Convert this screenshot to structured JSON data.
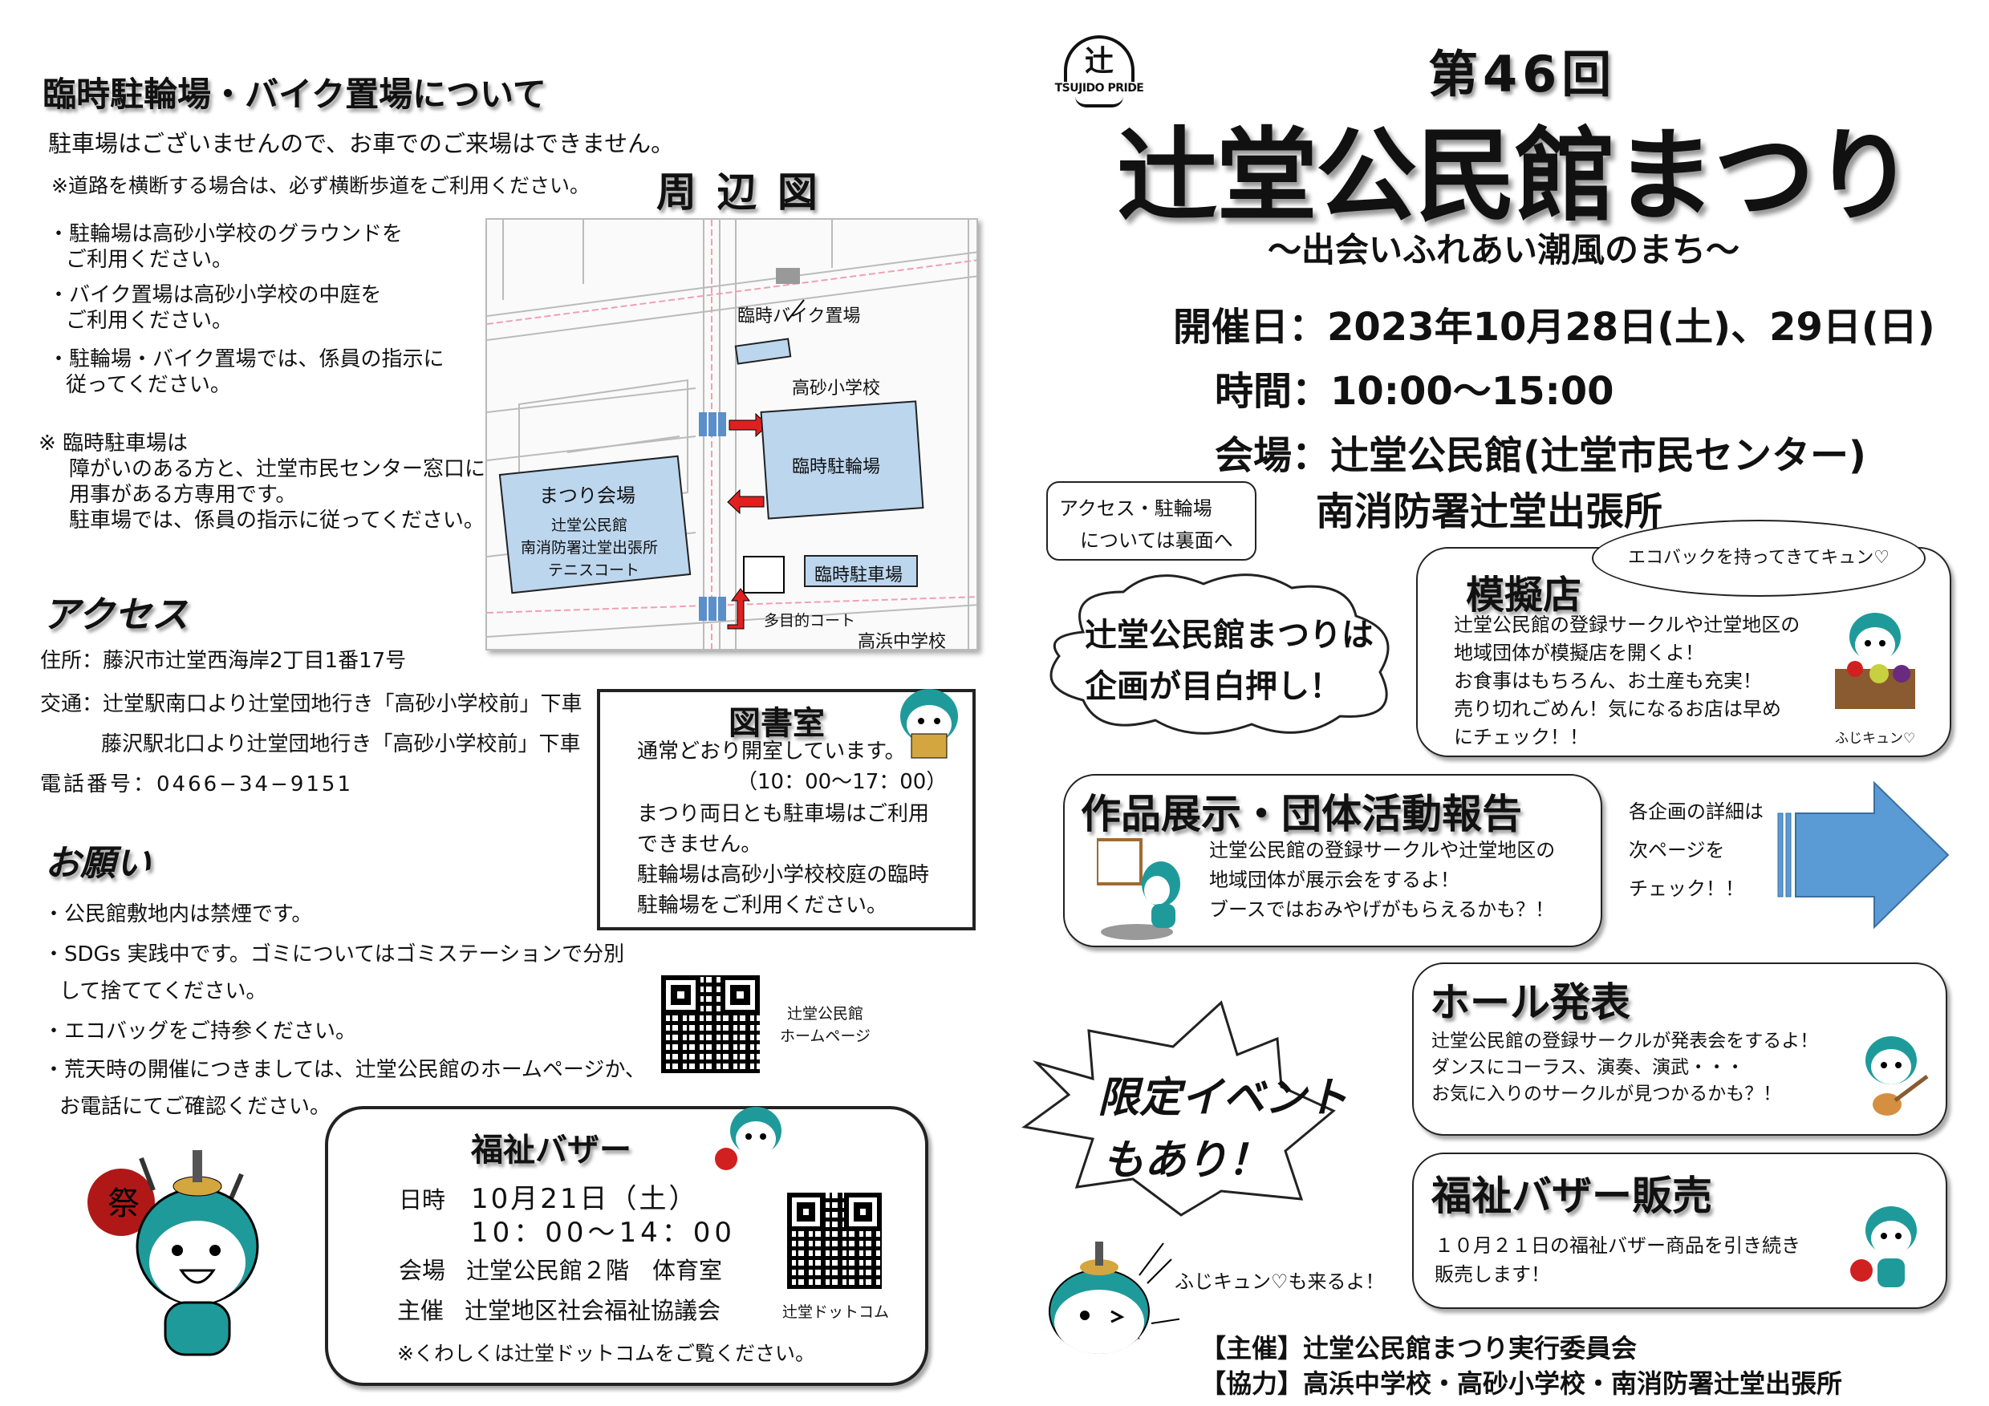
{
  "left": {
    "parking_heading": "臨時駐輪場・バイク置場について",
    "no_parking": "駐車場はございませんので、お車でのご来場はできません。",
    "crossing_note": "※道路を横断する場合は、必ず横断歩道をご利用ください。",
    "bullets": [
      [
        "・駐輪場は高砂小学校のグラウンドを",
        "ご利用ください。"
      ],
      [
        "・バイク置場は高砂小学校の中庭を",
        "ご利用ください。"
      ],
      [
        "・駐輪場・バイク置場では、係員の指示に",
        "従ってください。"
      ]
    ],
    "temp_parking": [
      "※ 臨時駐車場は",
      "障がいのある方と、辻堂市民センター窓口に",
      "用事がある方専用です。",
      "駐車場では、係員の指示に従ってください。"
    ],
    "map_title": "周 辺 図",
    "map_labels": {
      "bike": "臨時バイク置場",
      "school": "高砂小学校",
      "bicycle": "臨時駐輪場",
      "venue": "まつり会場",
      "venue1": "辻堂公民館",
      "venue2": "南消防署辻堂出張所",
      "venue3": "テニスコート",
      "car": "臨時駐車場",
      "court": "多目的コート",
      "jhs": "高浜中学校"
    },
    "access_heading": "アクセス",
    "address": "住所：藤沢市辻堂西海岸2丁目1番17号",
    "transport1": "交通：辻堂駅南口より辻堂団地行き「高砂小学校前」下車",
    "transport2": "藤沢駅北口より辻堂団地行き「高砂小学校前」下車",
    "phone": "電話番号：0466−34−9151",
    "request_heading": "お願い",
    "requests": [
      "・公民館敷地内は禁煙です。",
      "・SDGs 実践中です。ゴミについてはゴミステーションで分別",
      "して捨ててください。",
      "・エコバッグをご持参ください。",
      "・荒天時の開催につきましては、辻堂公民館のホームページか、",
      "お電話にてご確認ください。"
    ],
    "library": {
      "title": "図書室",
      "lines": [
        "通常どおり開室しています。",
        "（10：00～17：00）",
        "まつり両日とも駐車場はご利用",
        "できません。",
        "駐輪場は高砂小学校校庭の臨時",
        "駐輪場をご利用ください。"
      ]
    },
    "qr_home": [
      "辻堂公民館",
      "ホームページ"
    ],
    "bazaar": {
      "title": "福祉バザー",
      "date_label": "日時",
      "date": "10月21日（土）",
      "time": "10：00～14：00",
      "venue_label": "会場",
      "venue": "辻堂公民館２階　体育室",
      "host_label": "主催",
      "host": "辻堂地区社会福祉協議会",
      "note": "※くわしくは辻堂ドットコムをご覧ください。",
      "qr_label": "辻堂ドットコム"
    },
    "mascot_fan": "祭"
  },
  "right": {
    "logo": "TSUJIDO PRIDE",
    "logo_char": "辻",
    "edition": "第46回",
    "title": "辻堂公民館まつり",
    "subtitle": "～出会いふれあい潮風のまち～",
    "date": "開催日：2023年10月28日(土)、29日(日)",
    "time": "時間：10:00～15:00",
    "venue": "会場：辻堂公民館(辻堂市民センター)",
    "venue2": "南消防署辻堂出張所",
    "access_bubble": [
      "アクセス・駐輪場",
      "については裏面へ"
    ],
    "cloud": [
      "辻堂公民館まつりは",
      "企画が目白押し！"
    ],
    "stall": {
      "title": "模擬店",
      "bubble": "エコバックを持ってきてキュン♡",
      "lines": [
        "辻堂公民館の登録サークルや辻堂地区の",
        "地域団体が模擬店を開くよ！",
        "お食事はもちろん、お土産も充実！",
        "売り切れごめん！気になるお店は早め",
        "にチェック！！"
      ],
      "caption": "ふじキュン♡"
    },
    "exhibit": {
      "title": "作品展示・団体活動報告",
      "lines": [
        "辻堂公民館の登録サークルや辻堂地区の",
        "地域団体が展示会をするよ！",
        "ブースではおみやげがもらえるかも？！"
      ]
    },
    "next": [
      "各企画の詳細は",
      "次ページを",
      "チェック！！"
    ],
    "limited": [
      "限定イベント",
      "もあり！"
    ],
    "hall": {
      "title": "ホール発表",
      "lines": [
        "辻堂公民館の登録サークルが発表会をするよ！",
        "ダンスにコーラス、演奏、演武・・・",
        "お気に入りのサークルが見つかるかも？！"
      ]
    },
    "bazaar_sale": {
      "title": "福祉バザー販売",
      "lines": [
        "１０月２１日の福祉バザー商品を引き続き",
        "販売します！"
      ]
    },
    "fujikyun": "ふじキュン♡も来るよ！",
    "organizer": "【主催】辻堂公民館まつり実行委員会",
    "cooperation": "【協力】高浜中学校・高砂小学校・南消防署辻堂出張所"
  },
  "colors": {
    "mascot": "#1f9a9a",
    "map_blue": "#bcd6ee",
    "arrow": "#5b9bd5",
    "red": "#e02020"
  }
}
